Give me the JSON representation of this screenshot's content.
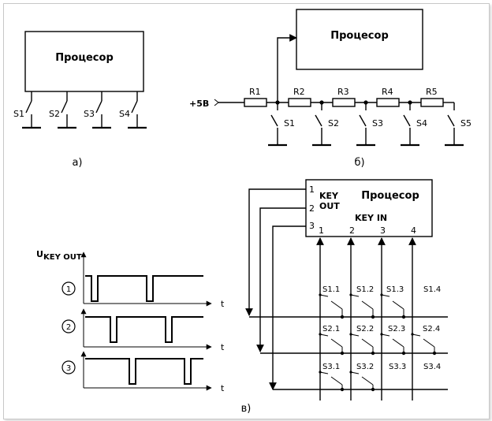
{
  "processor_label": "Процесор",
  "a": {
    "caption": "а)",
    "switches": [
      "S1",
      "S2",
      "S3",
      "S4"
    ]
  },
  "b": {
    "caption": "б)",
    "supply": "+5В",
    "resistors": [
      "R1",
      "R2",
      "R3",
      "R4",
      "R5"
    ],
    "switches": [
      "S1",
      "S2",
      "S3",
      "S4",
      "S5"
    ]
  },
  "c": {
    "caption": "в)",
    "key_out_line1": "KEY",
    "key_out_line2": "OUT",
    "key_in": "KEY IN",
    "out_pins": [
      "1",
      "2",
      "3"
    ],
    "in_pins": [
      "1",
      "2",
      "3",
      "4"
    ],
    "axis_label_main": "U",
    "axis_label_sub": "KEY OUT",
    "time_label": "t",
    "wave_numbers": [
      "1",
      "2",
      "3"
    ],
    "matrix_rows": [
      [
        "S1.1",
        "S1.2",
        "S1.3",
        "S1.4"
      ],
      [
        "S2.1",
        "S2.2",
        "S2.3",
        "S2.4"
      ],
      [
        "S3.1",
        "S3.2",
        "S3.3",
        "S3.4"
      ]
    ]
  }
}
